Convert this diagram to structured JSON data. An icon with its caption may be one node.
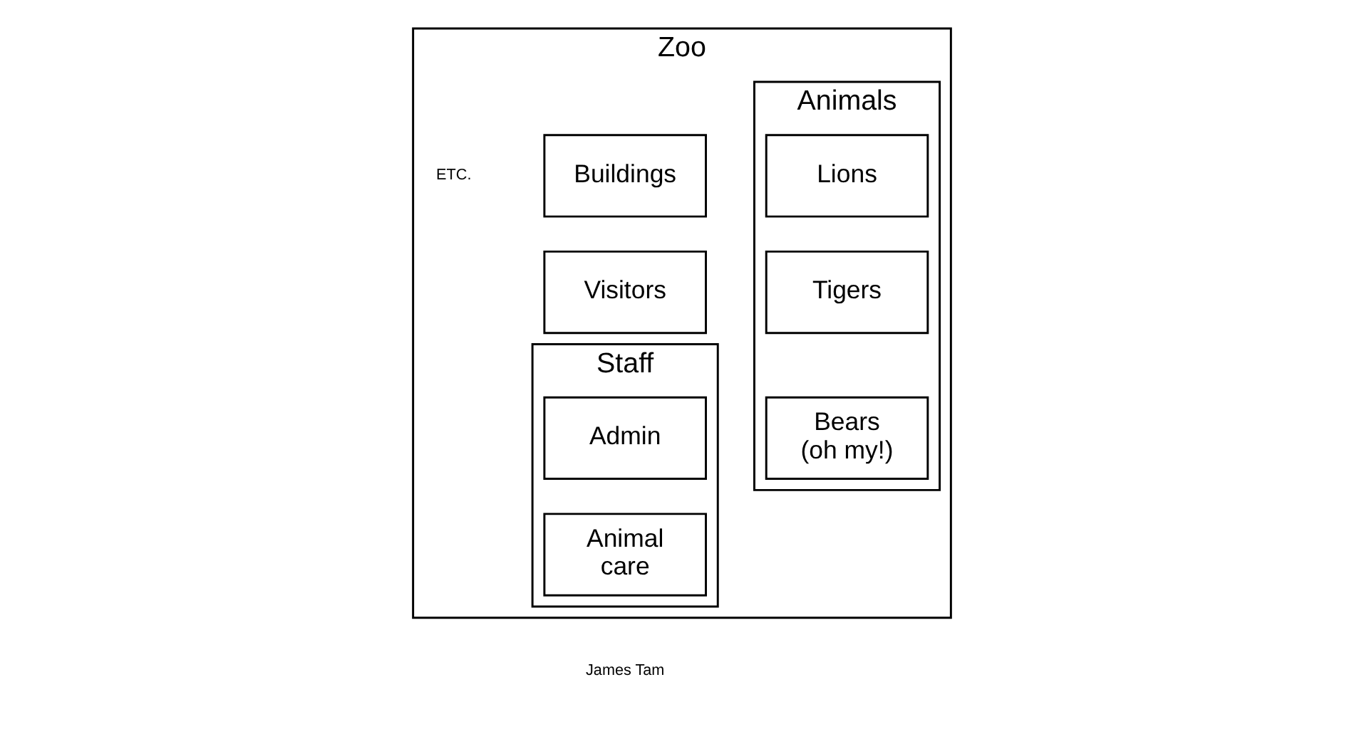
{
  "diagram": {
    "nodes": [
      {
        "text": [
          "Zoo"
        ]
      },
      {
        "text": [
          "Animals"
        ],
        "in": 0
      },
      {
        "text": [
          "Lions"
        ],
        "in": 1
      },
      {
        "text": [
          "Tigers"
        ],
        "in": 1
      },
      {
        "text": [
          "Bears (oh my!)"
        ],
        "in": 1
      },
      {
        "text": [
          "Buildings"
        ],
        "in": 0
      },
      {
        "text": [
          "Visitors"
        ],
        "in": 0
      },
      {
        "text": [
          "Staff"
        ],
        "in": 0
      },
      {
        "text": [
          "Admin"
        ],
        "in": 7
      },
      {
        "text": [
          "Animal care"
        ],
        "in": 7
      }
    ],
    "edges": [],
    "labels": [
      "ETC.",
      "James Tam"
    ]
  }
}
